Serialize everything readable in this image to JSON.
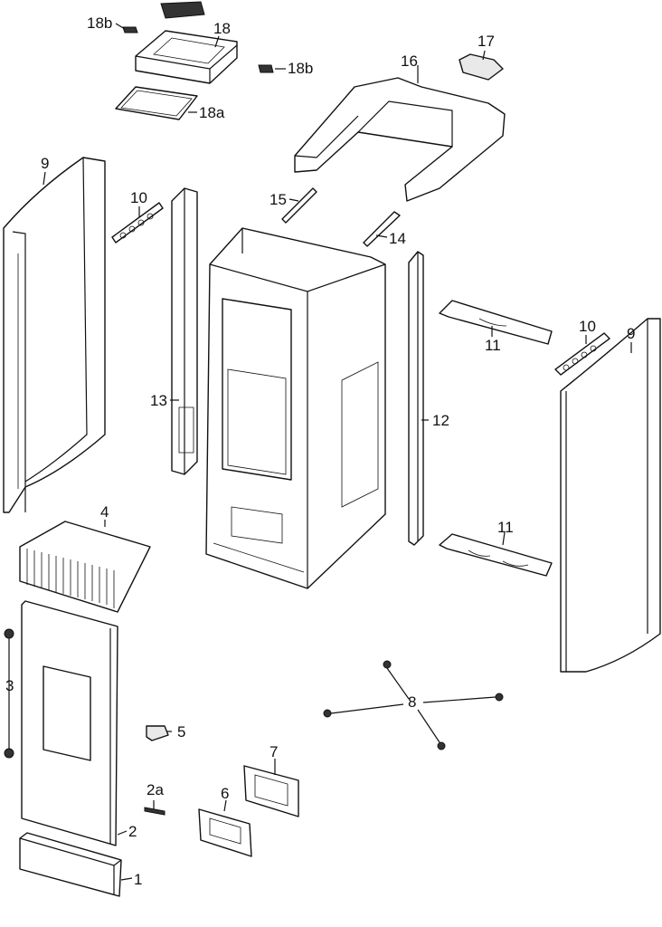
{
  "labels": {
    "p1": "1",
    "p2": "2",
    "p2a": "2a",
    "p3": "3",
    "p4": "4",
    "p5": "5",
    "p6": "6",
    "p7": "7",
    "p8": "8",
    "p9_left": "9",
    "p9_right": "9",
    "p10_left": "10",
    "p10_right": "10",
    "p11_top": "11",
    "p11_bottom": "11",
    "p12": "12",
    "p13": "13",
    "p14": "14",
    "p15": "15",
    "p16": "16",
    "p17": "17",
    "p18": "18",
    "p18a": "18a",
    "p18b_left": "18b",
    "p18b_right": "18b"
  }
}
